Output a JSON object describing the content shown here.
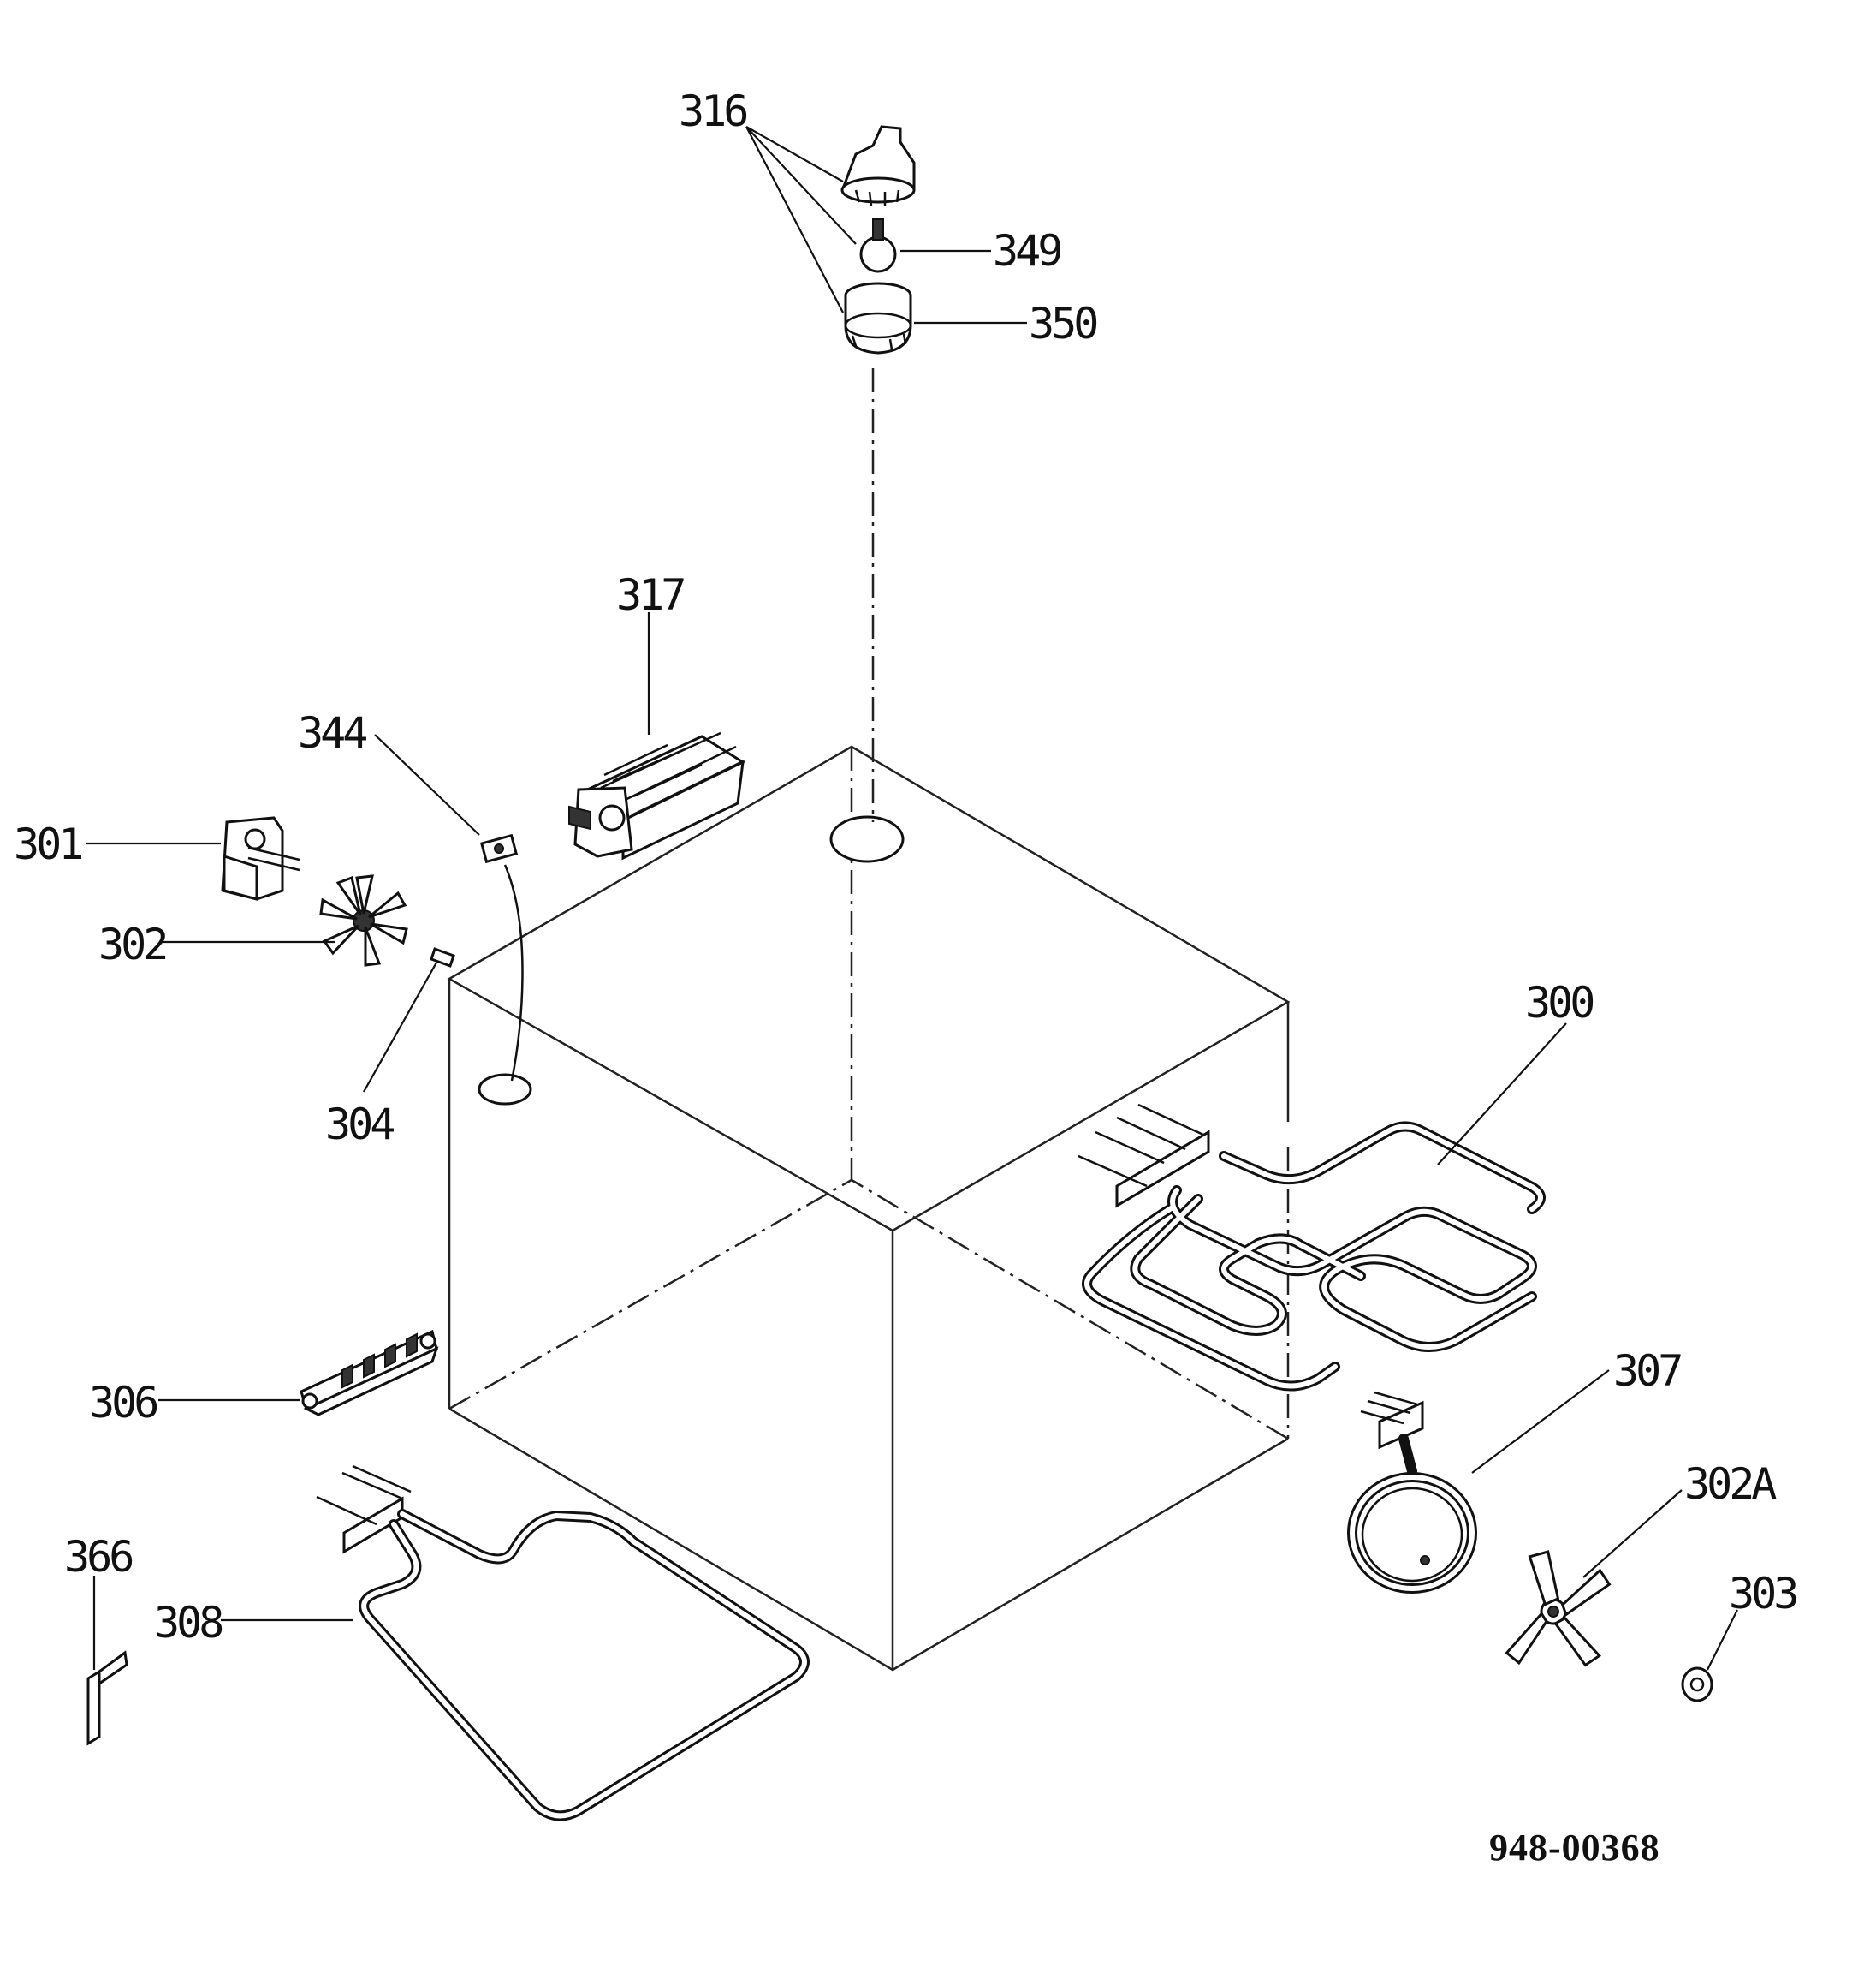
{
  "diagram": {
    "drawing_code": "948-00368",
    "labels": {
      "p316": "316",
      "p349": "349",
      "p350": "350",
      "p317": "317",
      "p344": "344",
      "p301": "301",
      "p302": "302",
      "p304": "304",
      "p300": "300",
      "p306": "306",
      "p307": "307",
      "p302A": "302A",
      "p303": "303",
      "p366": "366",
      "p308": "308"
    }
  }
}
